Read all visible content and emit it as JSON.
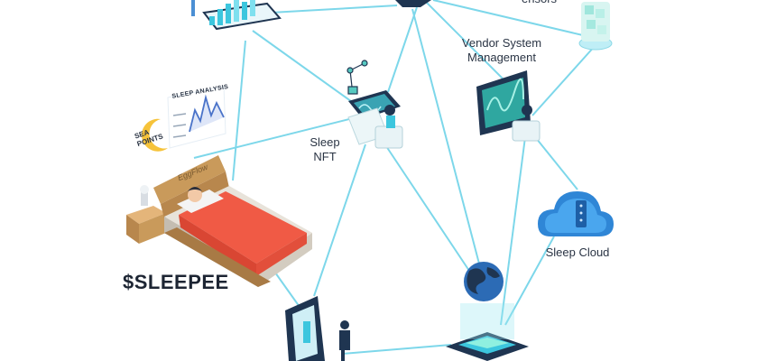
{
  "labels": {
    "sensors_partial": "ensors",
    "vendor_line1": "Vendor System",
    "vendor_line2": "Management",
    "nft_line1": "Sleep",
    "nft_line2": "NFT",
    "cloud": "Sleep Cloud",
    "brand": "$SLEEPEE"
  },
  "sleep_panel": {
    "title": "SLEEP ANALYSIS",
    "moon_text_line1": "SEA",
    "moon_text_line2": "POINTS",
    "headboard_text": "EggFlow"
  },
  "colors": {
    "line": "#6fd3e8",
    "accent": "#3cc6de",
    "dark_screen": "#243a55",
    "bed_red": "#f05a45",
    "wood": "#c99a5b"
  }
}
